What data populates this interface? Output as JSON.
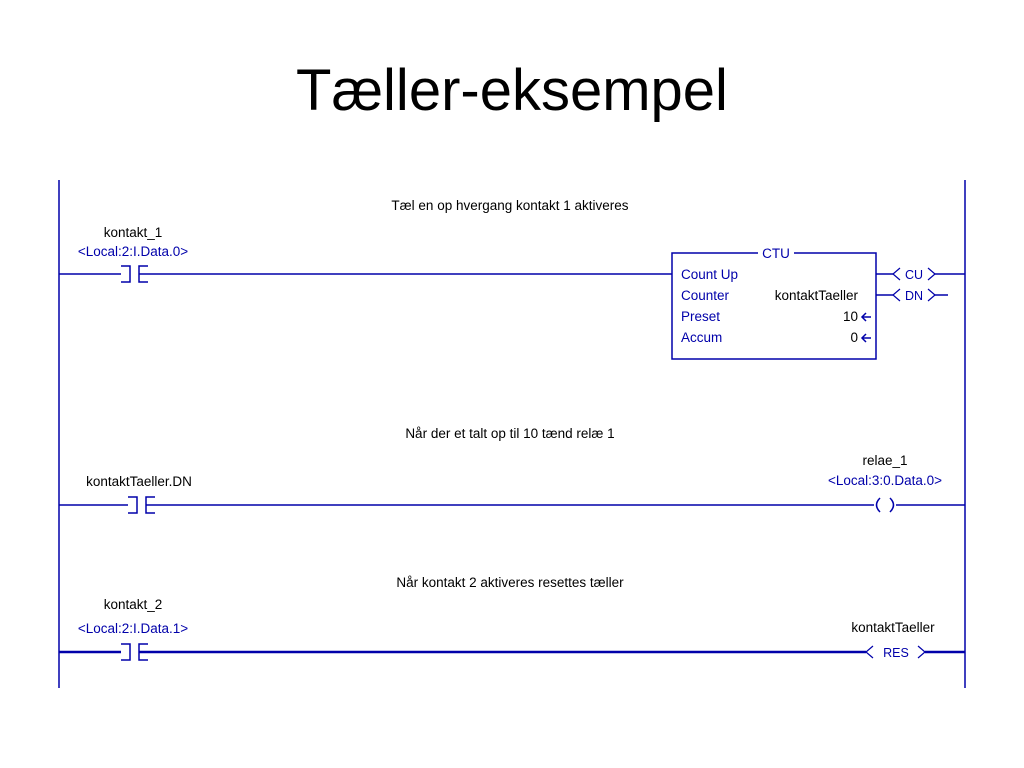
{
  "title": "Tæller-eksempel",
  "colors": {
    "wire": "#0000aa",
    "text": "#000000",
    "tag": "#0000aa"
  },
  "rungs": [
    {
      "comment": "Tæl en op hvergang kontakt 1 aktiveres",
      "contact": {
        "name": "kontakt_1",
        "address": "<Local:2:I.Data.0>"
      },
      "ctu": {
        "title": "CTU",
        "rows": [
          {
            "label": "Count Up",
            "value": ""
          },
          {
            "label": "Counter",
            "value": "kontaktTaeller"
          },
          {
            "label": "Preset",
            "value": "10"
          },
          {
            "label": "Accum",
            "value": "0"
          }
        ],
        "outputs": [
          "CU",
          "DN"
        ]
      }
    },
    {
      "comment": "Når der et talt op til 10 tænd relæ 1",
      "contact": {
        "name": "kontaktTaeller.DN",
        "address": ""
      },
      "coil": {
        "name": "relae_1",
        "address": "<Local:3:0.Data.0>",
        "symbol": "( )"
      }
    },
    {
      "comment": "Når kontakt 2 aktiveres resettes tæller",
      "contact": {
        "name": "kontakt_2",
        "address": "<Local:2:I.Data.1>"
      },
      "coil": {
        "name": "kontaktTaeller",
        "address": "",
        "symbol": "RES"
      }
    }
  ]
}
